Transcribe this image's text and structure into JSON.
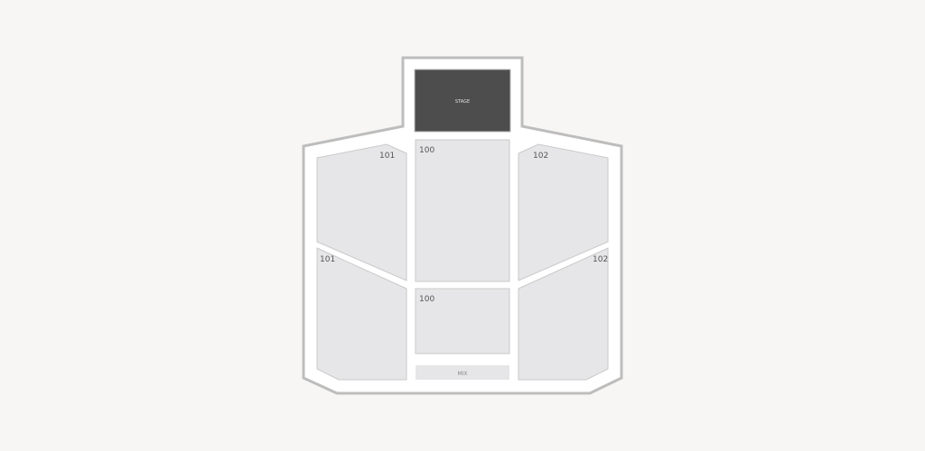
{
  "map": {
    "stage_label": "STAGE",
    "mix_label": "MIX",
    "sections": {
      "center_front": "100",
      "center_rear": "100",
      "left_front": "101",
      "left_rear": "101",
      "right_front": "102",
      "right_rear": "102"
    }
  },
  "colors": {
    "background": "#f7f6f5",
    "section_fill": "#e6e6e8",
    "stage_fill": "#4d4d4d",
    "outline": "#bdbdbd"
  }
}
